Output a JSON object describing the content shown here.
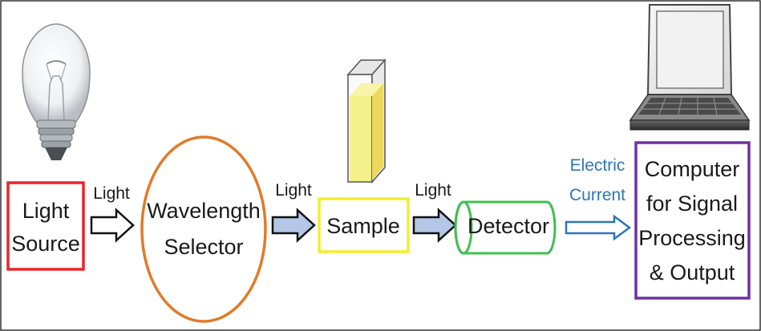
{
  "diagram": {
    "nodes": {
      "light_source": {
        "line1": "Light",
        "line2": "Source",
        "border_color": "#e8262c"
      },
      "wavelength_selector": {
        "line1": "Wavelength",
        "line2": "Selector",
        "border_color": "#e07b28"
      },
      "sample": {
        "label": "Sample",
        "border_color": "#f2ee2a"
      },
      "detector": {
        "label": "Detector",
        "border_color": "#3fbf4f"
      },
      "computer": {
        "line1": "Computer",
        "line2": "for Signal",
        "line3": "Processing",
        "line4": "& Output",
        "border_color": "#7030a0"
      }
    },
    "edges": {
      "light_1": "Light",
      "light_2": "Light",
      "light_3": "Light",
      "electric_1": "Electric",
      "electric_2": "Current"
    },
    "colors": {
      "arrow_fill_light_blue": "#b4c7e7",
      "arrow_electric": "#2e75b6",
      "sample_liquid": "#f4f08c"
    },
    "icons": [
      "light-bulb-icon",
      "cuvette-icon",
      "laptop-icon"
    ]
  }
}
